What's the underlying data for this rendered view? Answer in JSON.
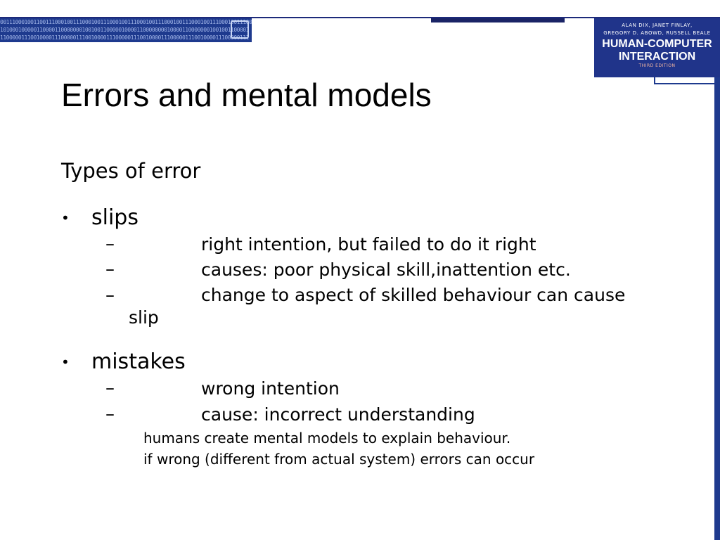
{
  "slide": {
    "title": "Errors and mental models",
    "subheading": "Types of error",
    "bullet_glyph": "•",
    "dash_glyph": "–",
    "slips": {
      "label": "slips",
      "items": [
        "right intention, but failed to do it right",
        "causes: poor physical skill,inattention etc.",
        "change to aspect of skilled behaviour can cause"
      ],
      "wrap": "slip"
    },
    "mistakes": {
      "label": "mistakes",
      "items": [
        "wrong intention",
        "cause: incorrect understanding"
      ],
      "notes": [
        "humans create mental models to explain behaviour.",
        "if wrong (different from actual system) errors can occur"
      ]
    }
  },
  "book": {
    "authors_line1": "ALAN DIX, JANET FINLAY,",
    "authors_line2": "GREGORY D. ABOWD, RUSSELL BEALE",
    "title_line1": "HUMAN-COMPUTER",
    "title_line2": "INTERACTION",
    "edition": "THIRD EDITION"
  },
  "decoration": {
    "binary_pattern": [
      "0011100010011001110001001110001001110001001110001001110001001110001001110001001110001001",
      "1010001000001100001100000001001001100000100001100000000100001100000001001001100001",
      "1100000111001000011100000111001000011100000111001000011100000111001000011100000111"
    ]
  }
}
